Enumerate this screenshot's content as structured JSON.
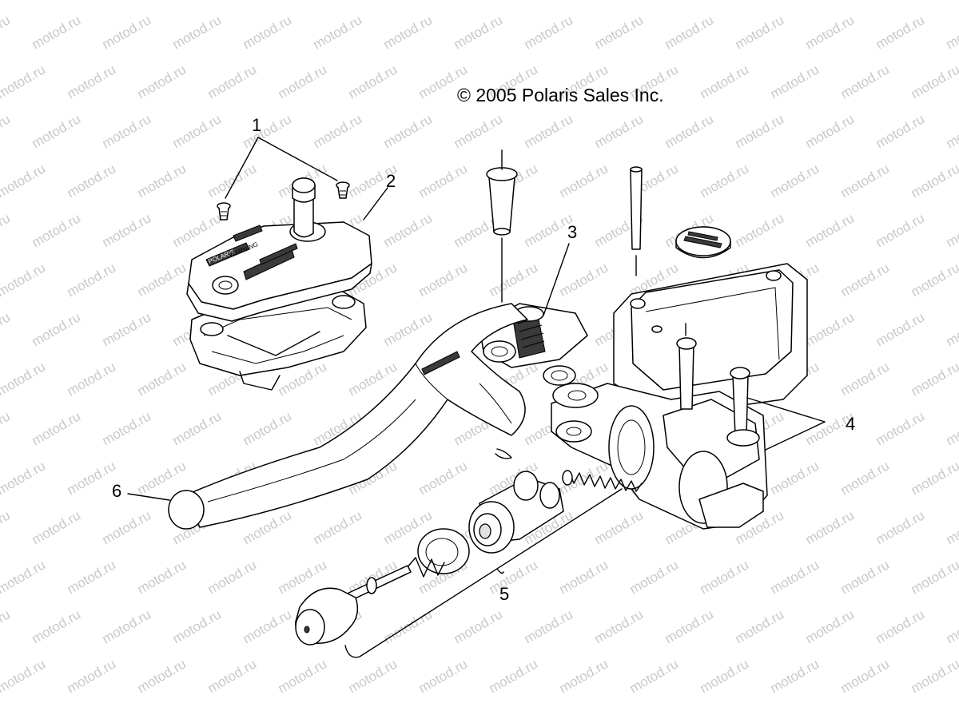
{
  "copyright": "© 2005 Polaris Sales Inc.",
  "watermark": "motod.ru",
  "callouts": [
    "1",
    "2",
    "3",
    "4",
    "5",
    "6"
  ],
  "decal_text": {
    "brand": "POLARIS",
    "warning": "WARNING"
  }
}
